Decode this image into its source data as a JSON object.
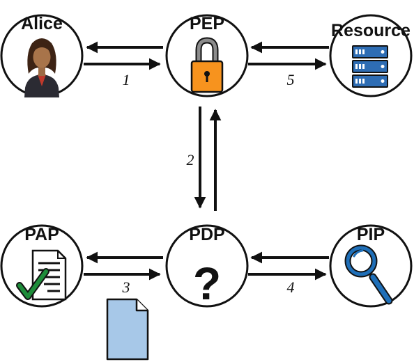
{
  "nodes": {
    "alice": {
      "label": "Alice",
      "icon": "person-icon"
    },
    "pep": {
      "label": "PEP",
      "icon": "padlock-icon"
    },
    "resource": {
      "label": "Resource",
      "icon": "server-rack-icon"
    },
    "pap": {
      "label": "PAP",
      "icon": "checked-document-icon"
    },
    "pdp": {
      "label": "PDP",
      "icon": "question-mark-icon",
      "symbol": "?"
    },
    "pip": {
      "label": "PIP",
      "icon": "magnifying-glass-icon"
    }
  },
  "steps": {
    "alice_pep": "1",
    "pep_pdp": "2",
    "pap_pdp": "3",
    "pdp_pip": "4",
    "pep_resource": "5"
  },
  "document": {
    "icon": "document-icon"
  },
  "colors": {
    "outline": "#111111",
    "lock_body": "#F7931E",
    "lock_shackle": "#8C8C8C",
    "server": "#2E6DB4",
    "check": "#1E8C3A",
    "magnifier": "#1F6FB8",
    "document_fill": "#A7C8E8"
  }
}
